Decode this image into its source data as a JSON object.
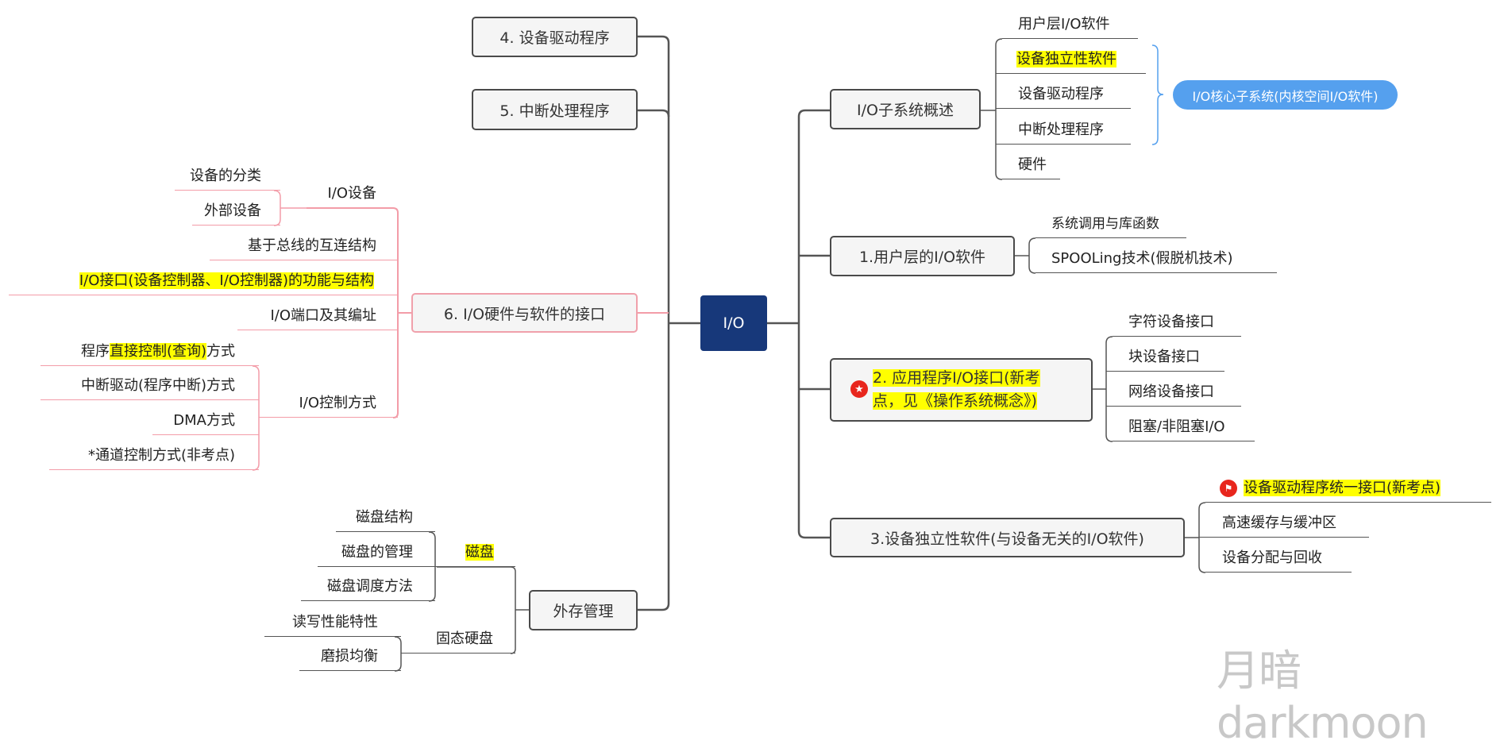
{
  "root": "I/O",
  "left": {
    "n4": "4. 设备驱动程序",
    "n5": "5. 中断处理程序",
    "n6": {
      "label": "6. I/O硬件与软件的接口",
      "io_device": {
        "label": "I/O设备",
        "children": [
          "设备的分类",
          "外部设备"
        ]
      },
      "bus": "基于总线的互连结构",
      "interface": "I/O接口(设备控制器、I/O控制器)的功能与结构",
      "port": "I/O端口及其编址",
      "control": {
        "label": "I/O控制方式",
        "children": [
          {
            "pre": "程序",
            "hl": "直接控制(查询)",
            "post": "方式"
          },
          "中断驱动(程序中断)方式",
          "DMA方式",
          "*通道控制方式(非考点)"
        ]
      }
    },
    "storage": {
      "label": "外存管理",
      "disk": {
        "label": "磁盘",
        "children": [
          "磁盘结构",
          "磁盘的管理",
          "磁盘调度方法"
        ]
      },
      "ssd": {
        "label": "固态硬盘",
        "children": [
          "读写性能特性",
          "磨损均衡"
        ]
      }
    }
  },
  "right": {
    "overview": {
      "label": "I/O子系统概述",
      "children": [
        "用户层I/O软件",
        "设备独立性软件",
        "设备驱动程序",
        "中断处理程序",
        "硬件"
      ],
      "summary": "I/O核心子系统(内核空间I/O软件)"
    },
    "n1": {
      "label": "1.用户层的I/O软件",
      "children": [
        "系统调用与库函数",
        "SPOOLing技术(假脱机技术)"
      ]
    },
    "n2": {
      "line1": "2. 应用程序I/O接口(新考",
      "line2": "点，见《操作系统概念》)",
      "icon": "star-icon",
      "children": [
        "字符设备接口",
        "块设备接口",
        "网络设备接口",
        "阻塞/非阻塞I/O"
      ]
    },
    "n3": {
      "label": "3.设备独立性软件(与设备无关的I/O软件)",
      "children": [
        "设备驱动程序统一接口(新考点)",
        "高速缓存与缓冲区",
        "设备分配与回收"
      ],
      "icon": "flag-icon"
    }
  },
  "watermark": "月暗darkmoon",
  "colors": {
    "root": "#17387a",
    "highlight": "#ffff00",
    "pink": "#f39ca8",
    "summary": "#55a0ee",
    "marker": "#e8261d"
  }
}
